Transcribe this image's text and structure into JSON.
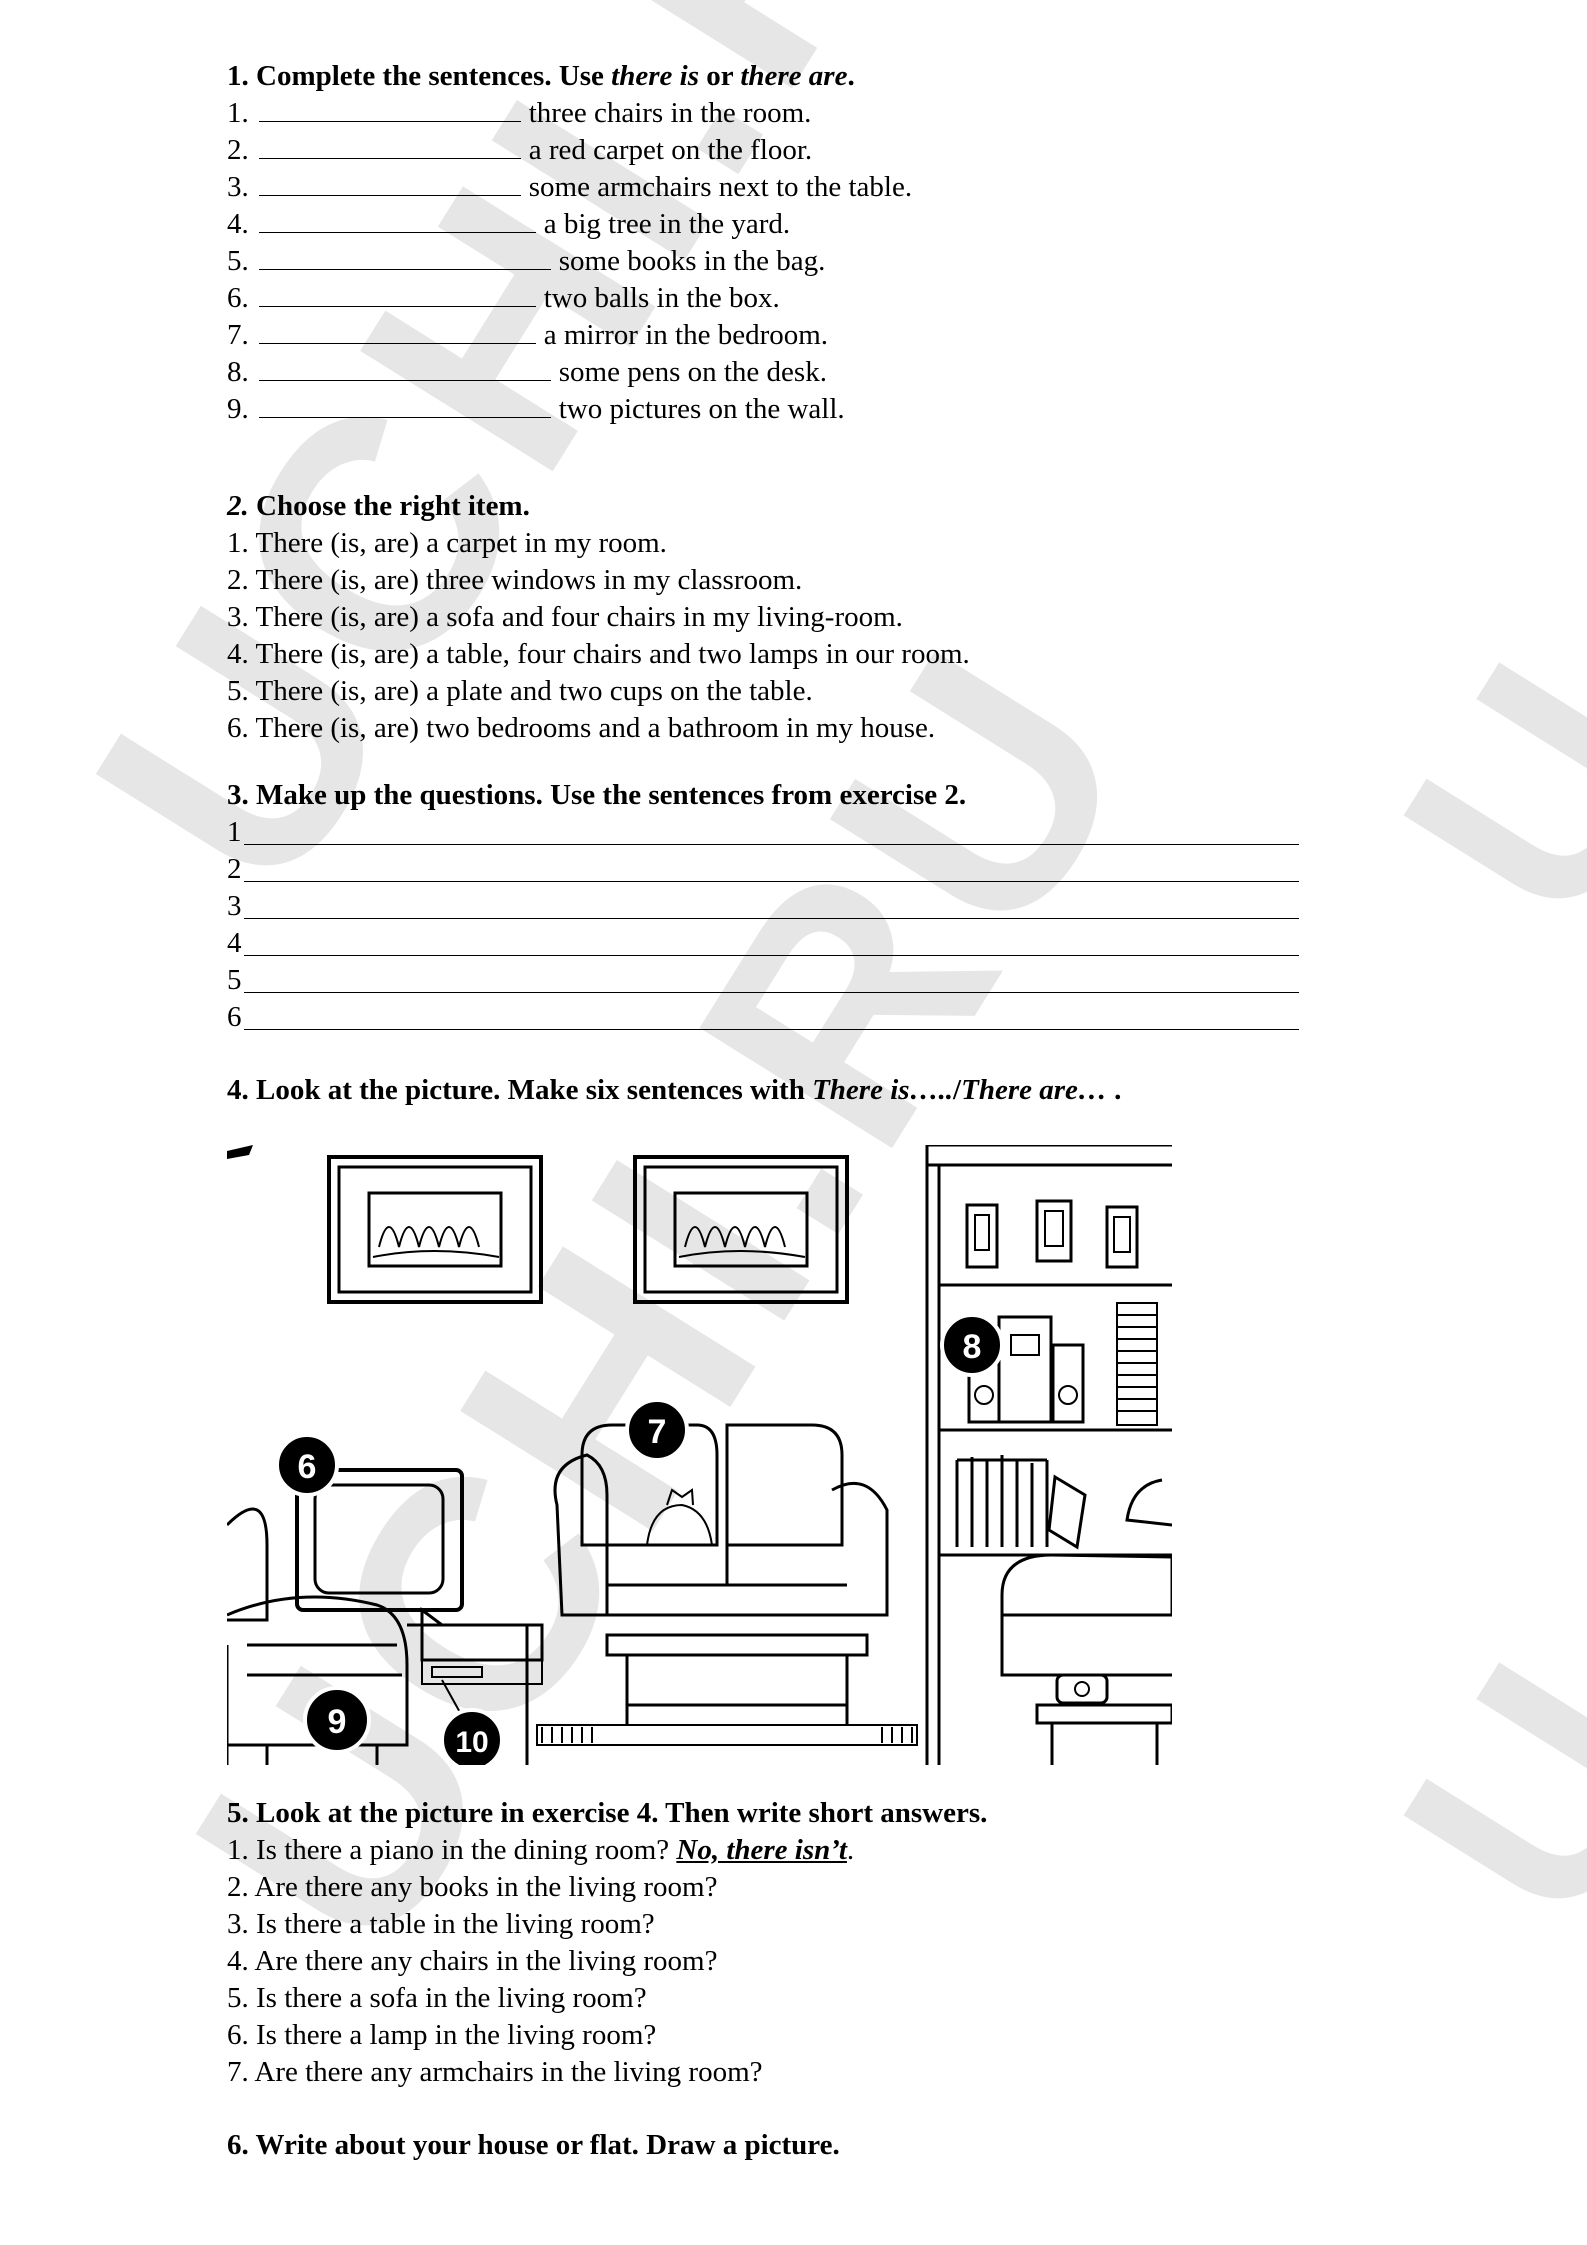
{
  "watermark": "UCHI.RU",
  "ex1": {
    "title_num": "1.",
    "title_a": "Complete the sentences. Use ",
    "title_there_is": "there is",
    "title_or": " or ",
    "title_there_are": "there are",
    "title_end": ".",
    "items": [
      {
        "num": "1.",
        "text": "three chairs in the room."
      },
      {
        "num": "2.",
        "text": "a red carpet on the floor."
      },
      {
        "num": "3.",
        "text": "some armchairs next to the table."
      },
      {
        "num": "4.",
        "text": "a big tree in the yard."
      },
      {
        "num": "5.",
        "text": "some books in the bag."
      },
      {
        "num": "6.",
        "text": "two balls in the box."
      },
      {
        "num": "7.",
        "text": "a mirror in the bedroom."
      },
      {
        "num": "8.",
        "text": "some pens on the desk."
      },
      {
        "num": "9.",
        "text": "two pictures on the wall."
      }
    ]
  },
  "ex2": {
    "title_num": "2.",
    "title": " Choose the right item.",
    "items": [
      "1. There (is, are) a carpet in my room.",
      "2. There (is, are) three windows in my classroom.",
      "3. There (is, are) a sofa and four chairs in my living-room.",
      "4. There (is, are) a table, four chairs and two lamps in our room.",
      "5. There (is, are) a plate and two cups on the table.",
      "6. There (is, are) two bedrooms and a bathroom in my house."
    ]
  },
  "ex3": {
    "title": "3. Make up the questions.  Use the sentences from exercise 2.",
    "lines": [
      "1",
      "2",
      "3",
      "4",
      "5",
      "6"
    ]
  },
  "ex4": {
    "title_a": "4. Look at the picture. Make six sentences with ",
    "title_there_is": "There is…..",
    "title_slash": "/",
    "title_there_are": "There are…",
    "title_end": " .",
    "markers": [
      "6",
      "7",
      "8",
      "9",
      "10"
    ]
  },
  "ex5": {
    "title": "5. Look at the picture in exercise 4. Then write short answers.",
    "q1": "1. Is there a piano in the dining room? ",
    "a1": "No, there isn’t",
    "a1_end": ".",
    "items": [
      "2. Are there any books in the living room?",
      "3. Is there a table in the living room?",
      "4. Are there any chairs in the living room?",
      "5. Is there a sofa in the living room?",
      "6. Is there a lamp in the living room?",
      "7. Are there any armchairs in the living room?"
    ]
  },
  "ex6": {
    "title": "6. Write about your house or flat. Draw a picture."
  }
}
